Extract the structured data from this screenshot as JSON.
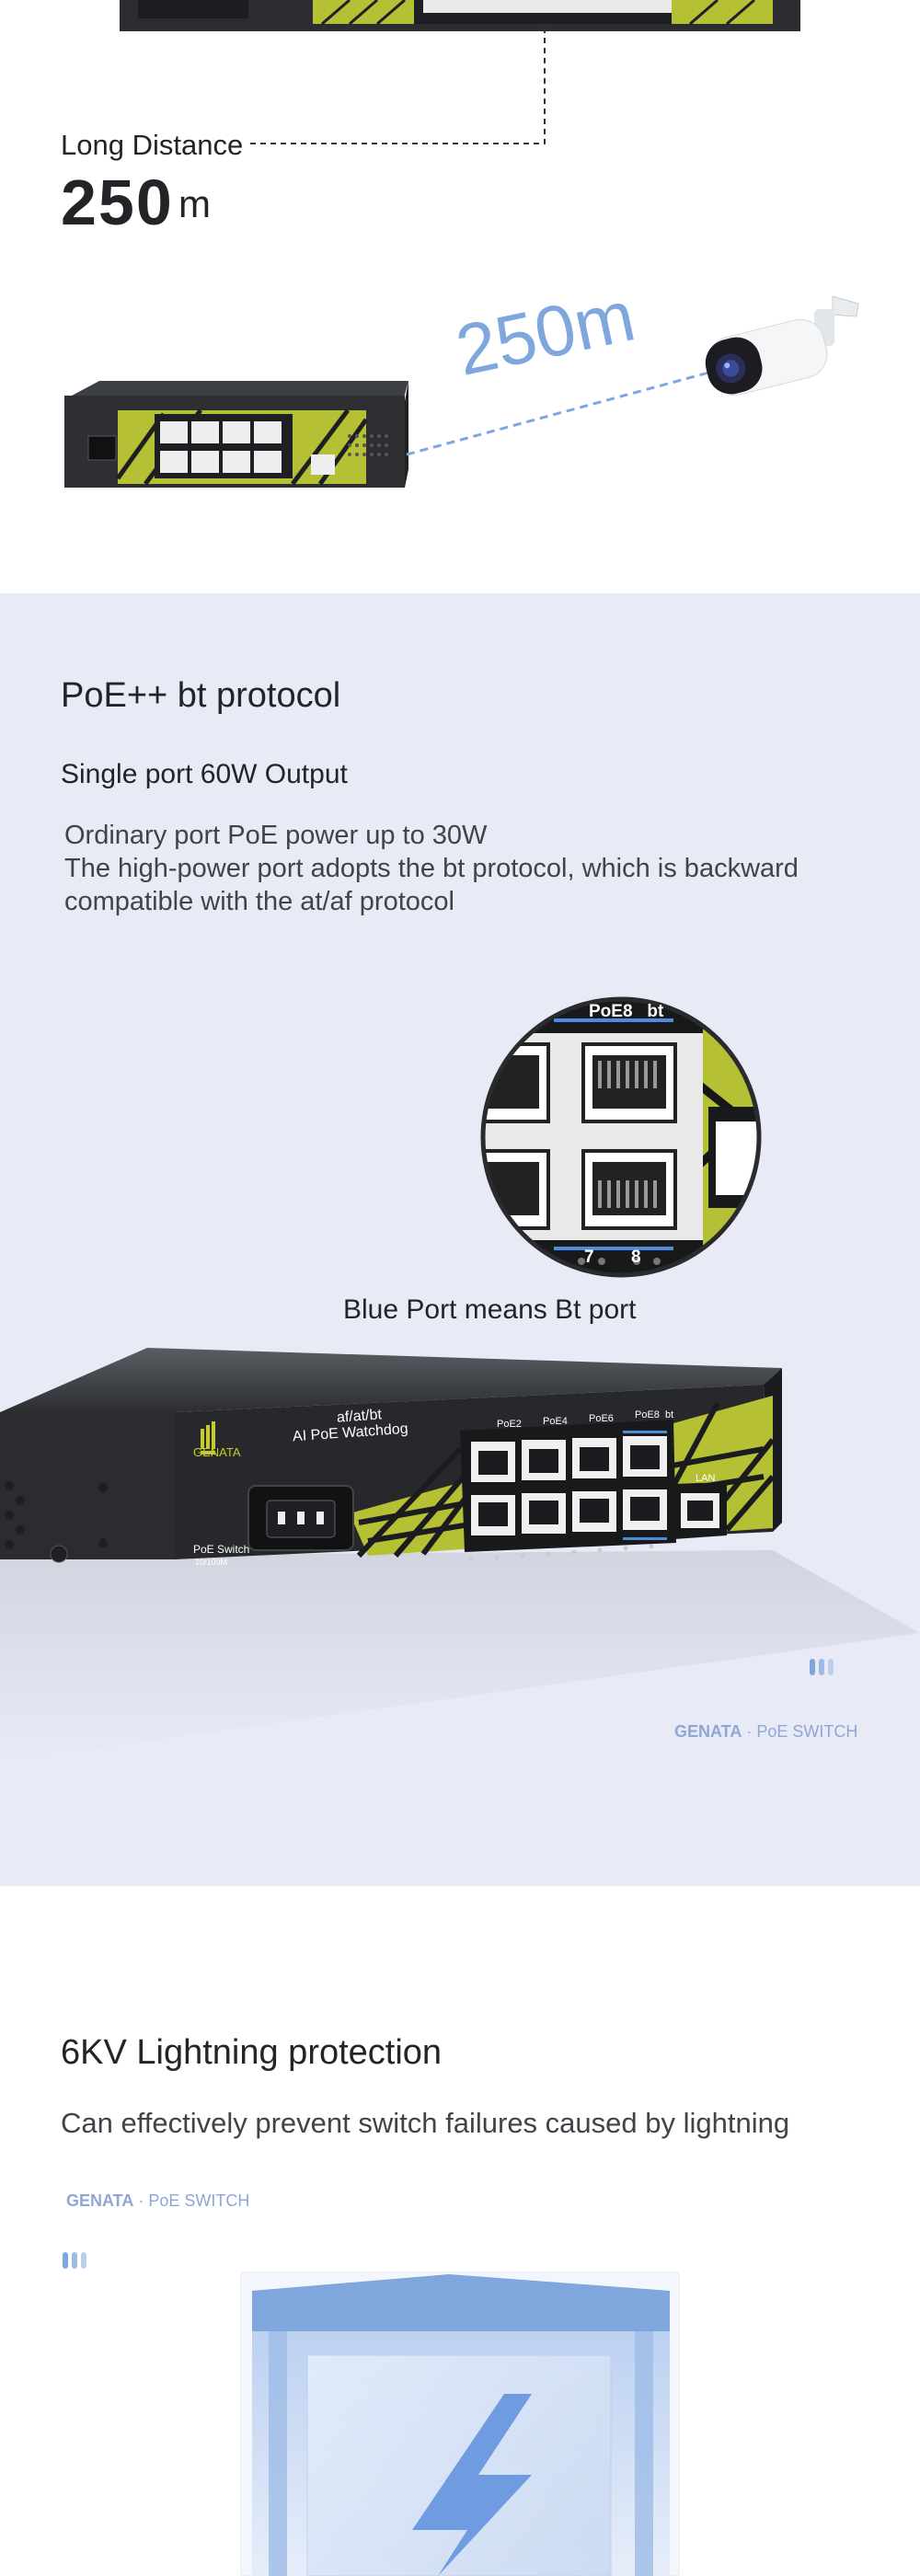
{
  "distance": {
    "label": "Long Distance",
    "number": "250",
    "unit": "m",
    "diagram_label": "250m"
  },
  "poe": {
    "title": "PoE++  bt protocol",
    "subtitle": "Single port 60W Output",
    "desc_line1": "Ordinary port PoE power up to 30W",
    "desc_line2": "The high-power port adopts the bt protocol, which is backward",
    "desc_line3": "compatible with the at/af protocol",
    "zoom_header": "PoE8   bt",
    "zoom_port_7": "7",
    "zoom_port_8": "8",
    "caption": "Blue Port means Bt port"
  },
  "device": {
    "brand": "GENATA",
    "standard": "af/at/bt",
    "watchdog": "AI PoE Watchdog",
    "model": "PoE Switch",
    "speed": "10/100M",
    "lan_label": "LAN",
    "poe_labels": [
      "PoE2",
      "PoE4",
      "PoE6",
      "PoE8  bt"
    ]
  },
  "branding": {
    "brand": "GENATA",
    "separator": "·",
    "product": "PoE SWITCH"
  },
  "lightning": {
    "title": "6KV Lightning protection",
    "desc": "Can effectively prevent switch failures caused by lightning"
  },
  "colors": {
    "accent_blue": "#7fa7de",
    "panel_bg": "#e8ebf6",
    "lime": "#b5c034",
    "dark": "#222428"
  }
}
